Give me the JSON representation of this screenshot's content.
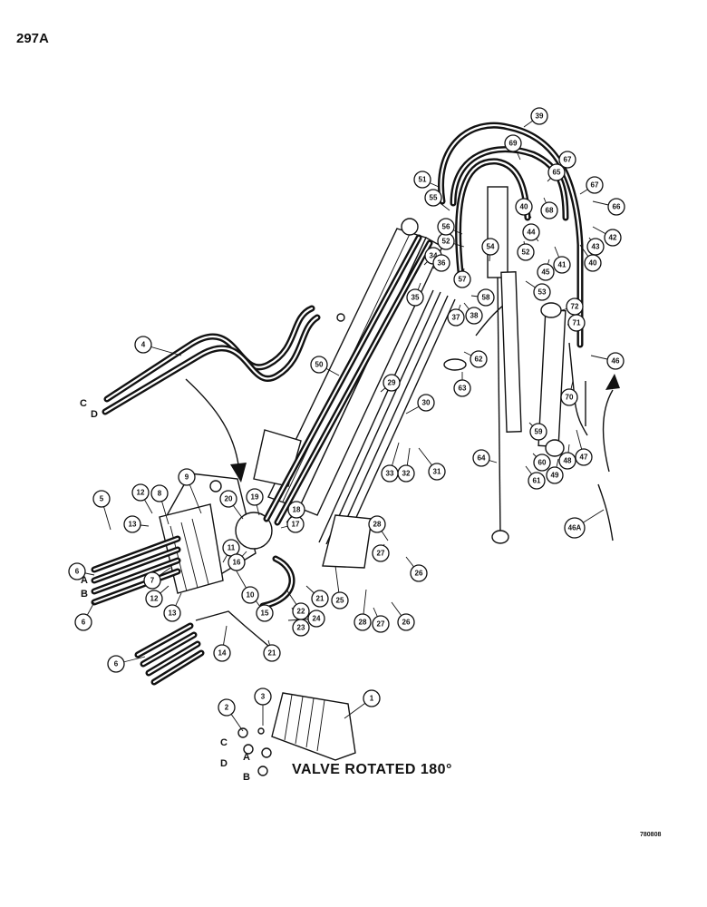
{
  "page_number": "297A",
  "caption": "VALVE ROTATED 180°",
  "figure_code": "780808",
  "port_letters": {
    "upper_C": "C",
    "upper_D": "D",
    "left_A": "A",
    "left_B": "B",
    "valve_C": "C",
    "valve_D": "D",
    "valve_A": "A",
    "valve_B": "B"
  },
  "callouts": [
    "1",
    "2",
    "3",
    "4",
    "5",
    "6",
    "6",
    "6",
    "7",
    "8",
    "9",
    "10",
    "11",
    "12",
    "12",
    "13",
    "13",
    "14",
    "15",
    "16",
    "17",
    "18",
    "19",
    "20",
    "21",
    "21",
    "22",
    "23",
    "24",
    "25",
    "26",
    "26",
    "27",
    "27",
    "28",
    "28",
    "29",
    "30",
    "31",
    "32",
    "33",
    "34",
    "35",
    "36",
    "37",
    "38",
    "39",
    "40",
    "40",
    "41",
    "42",
    "43",
    "44",
    "45",
    "46",
    "46A",
    "47",
    "48",
    "49",
    "50",
    "51",
    "52",
    "52",
    "53",
    "54",
    "55",
    "56",
    "57",
    "58",
    "59",
    "60",
    "61",
    "62",
    "63",
    "64",
    "65",
    "66",
    "67",
    "67",
    "68",
    "69",
    "70",
    "71",
    "72"
  ]
}
